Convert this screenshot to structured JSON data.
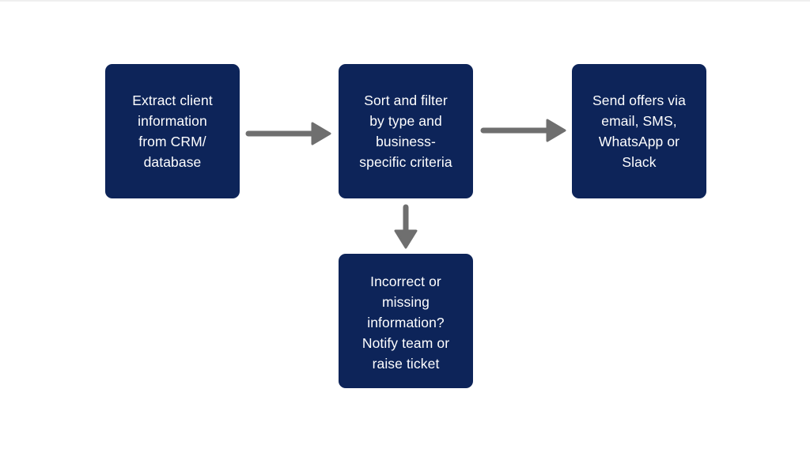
{
  "diagram": {
    "nodes": [
      {
        "id": "extract",
        "label": "Extract client\ninformation\nfrom CRM/\ndatabase"
      },
      {
        "id": "sort",
        "label": "Sort and filter\nby type and\nbusiness-\nspecific criteria"
      },
      {
        "id": "send",
        "label": "Send offers via\nemail, SMS,\nWhatsApp or\nSlack"
      },
      {
        "id": "notify",
        "label": "Incorrect or\nmissing\ninformation?\nNotify team or\nraise ticket"
      }
    ],
    "edges": [
      {
        "from": "extract",
        "to": "sort"
      },
      {
        "from": "sort",
        "to": "send"
      },
      {
        "from": "sort",
        "to": "notify"
      }
    ],
    "colors": {
      "node_fill": "#0d2459",
      "node_text": "#ffffff",
      "arrow": "#6f6f6f"
    }
  }
}
